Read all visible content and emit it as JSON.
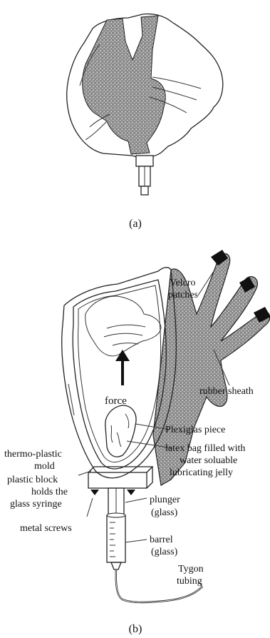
{
  "figure_a": {
    "caption": "(a)"
  },
  "figure_b": {
    "caption": "(b)",
    "labels": {
      "velcro_1": "Velcro",
      "velcro_2": "patches",
      "rubber_sheath": "rubber sheath",
      "force": "force",
      "plexiglas": "Plexiglas piece",
      "mold_1": "thermo-plastic",
      "mold_2": "mold",
      "latex_1": "latex bag filled with",
      "latex_2": "water soluable",
      "latex_3": "lubricating jelly",
      "block_1": "plastic block",
      "block_2": "holds the",
      "block_3": "glass syringe",
      "plunger_1": "plunger",
      "plunger_2": "(glass)",
      "screws": "metal screws",
      "barrel_1": "barrel",
      "barrel_2": "(glass)",
      "tygon_1": "Tygon",
      "tygon_2": "tubing"
    }
  },
  "colors": {
    "line": "#222222",
    "shade": "#9a9a9a",
    "dark": "#111111"
  }
}
